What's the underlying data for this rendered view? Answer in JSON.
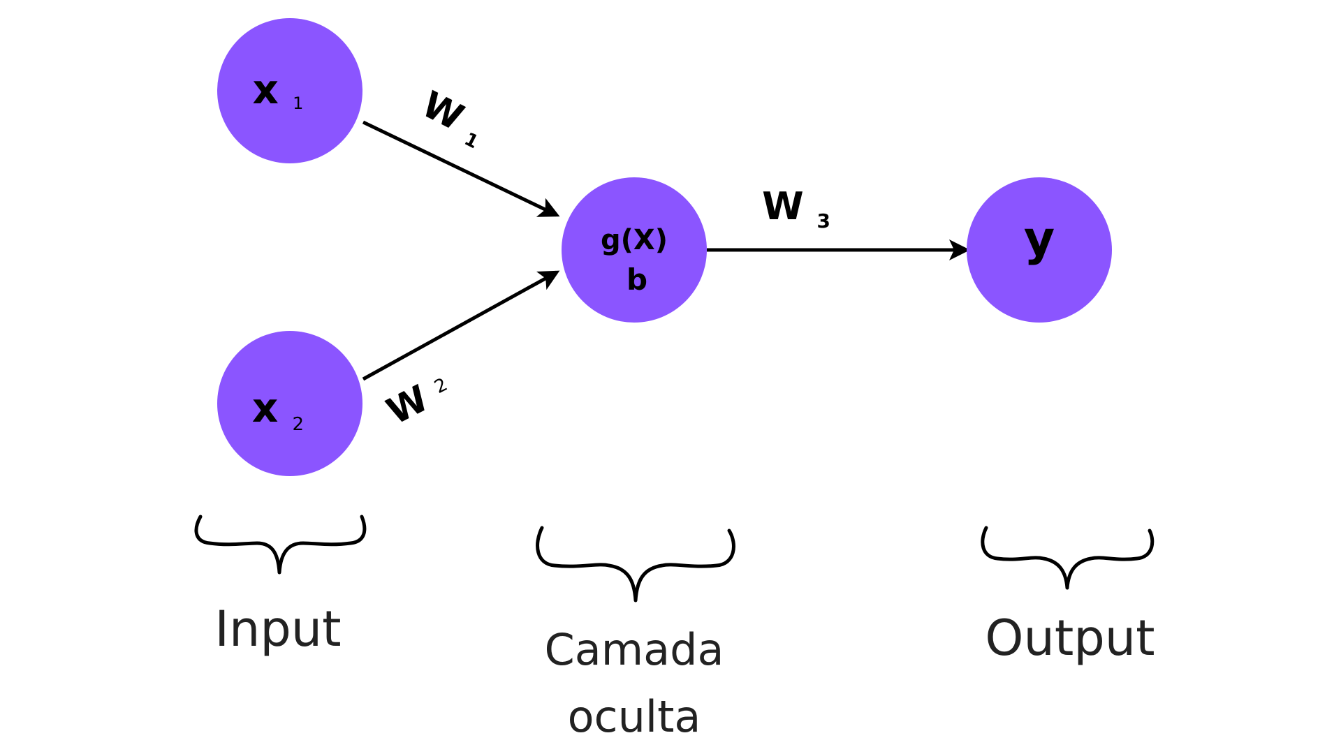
{
  "colors": {
    "node_fill": "#8b55ff",
    "edge": "#000000",
    "text": "#000000",
    "caption": "#222222"
  },
  "nodes": {
    "x1": {
      "main": "x",
      "sub": "1"
    },
    "x2": {
      "main": "x",
      "sub": "2"
    },
    "hidden": {
      "line1": "g(X)",
      "line2": "b"
    },
    "y": {
      "main": "y"
    }
  },
  "weights": {
    "w1": {
      "main": "W",
      "sub": "1"
    },
    "w2": {
      "main": "W",
      "sub": "2"
    },
    "w3": {
      "main": "W",
      "sub": "3"
    }
  },
  "captions": {
    "input": "Input",
    "hidden_line1": "Camada",
    "hidden_line2": "oculta",
    "output": "Output"
  }
}
